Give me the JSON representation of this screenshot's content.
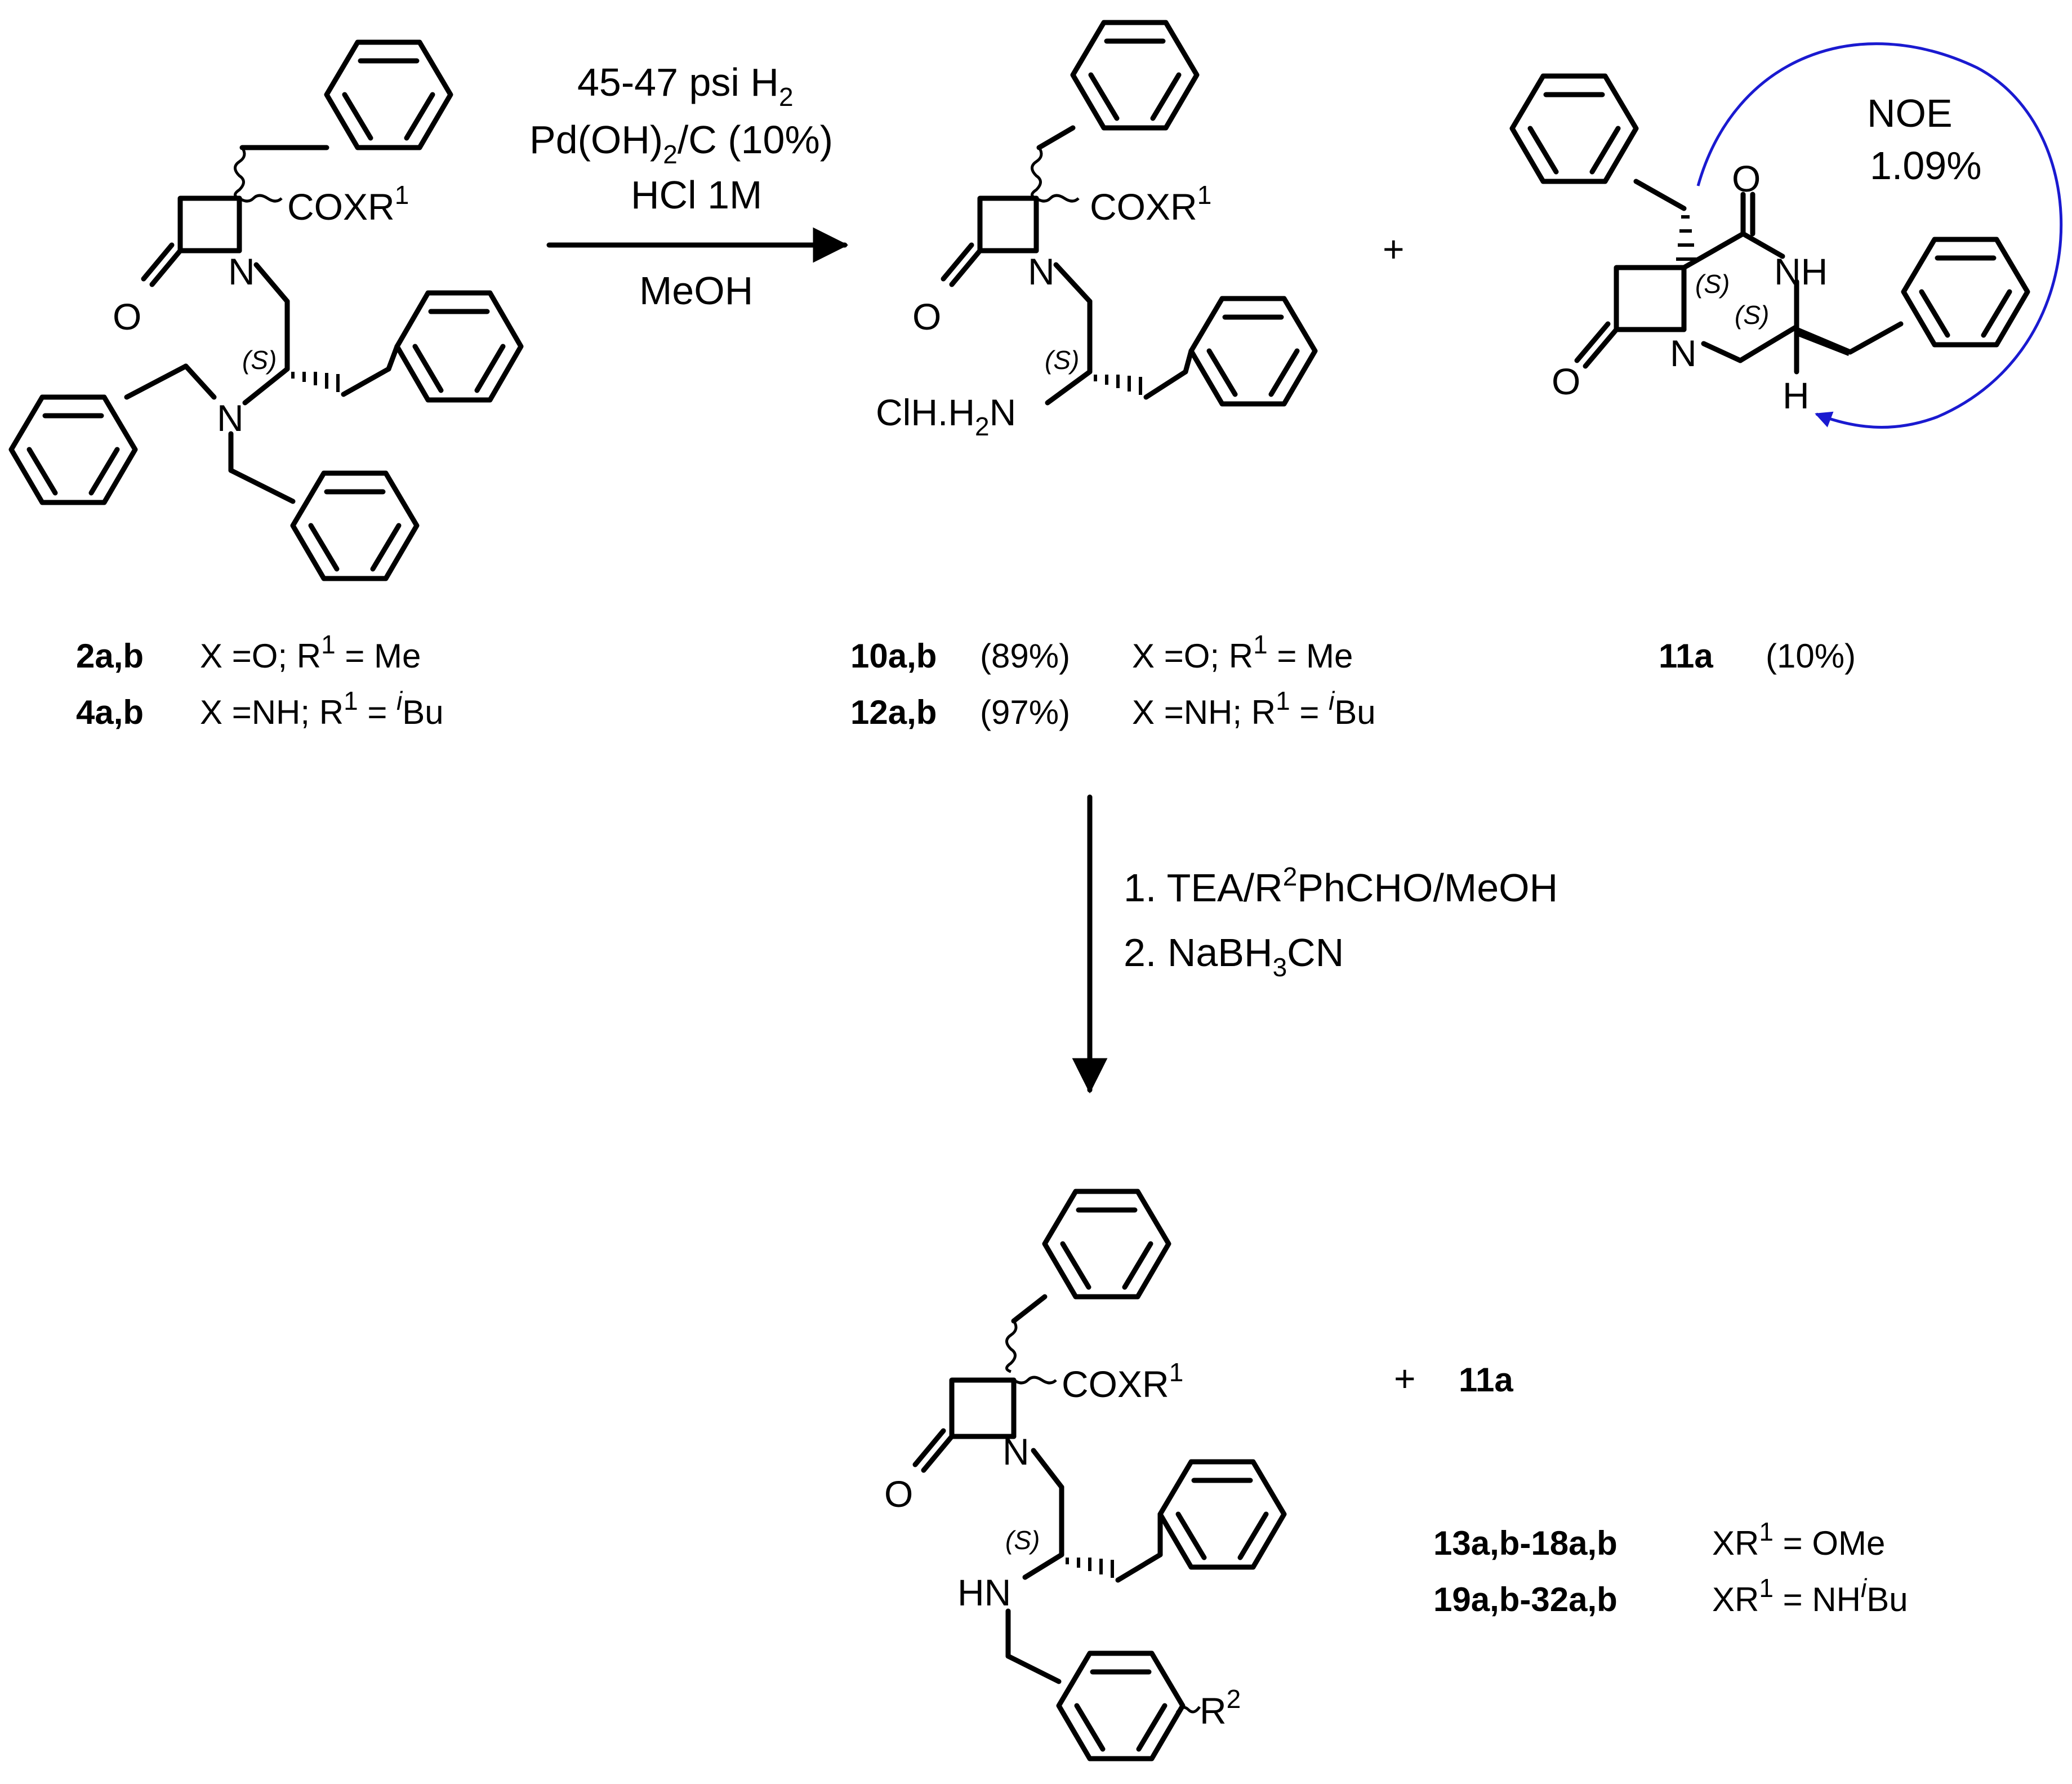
{
  "conditions_step1": {
    "line1_main": "45-47 psi H",
    "line1_sub": "2",
    "line2_a": "Pd(OH)",
    "line2_sub": "2",
    "line2_b": "/C (10%)",
    "line3": "HCl 1M",
    "below": "MeOH"
  },
  "conditions_step2": {
    "line1_a": "1. TEA/R",
    "line1_sup": "2",
    "line1_b": "PhCHO/MeOH",
    "line2_a": "2. NaBH",
    "line2_sub": "3",
    "line2_b": "CN"
  },
  "atoms": {
    "O": "O",
    "N": "N",
    "NH": "NH",
    "HN": "HN",
    "H": "H",
    "COXR": "COXR",
    "one": "1",
    "two": "2",
    "R": "R",
    "stereo_S": "(S)",
    "salt_a": "ClH.H",
    "salt_sub": "2",
    "salt_b": "N"
  },
  "plus": "+",
  "noe": {
    "line1": "NOE",
    "line2": "1.09%"
  },
  "compounds_start": {
    "row1": {
      "id": "2a,b",
      "a": "X =O;  R",
      "sup": "1",
      "b": " = Me"
    },
    "row2": {
      "id": "4a,b",
      "a": "X =NH; R",
      "sup1": "1",
      "b": " = ",
      "sup2": "i",
      "c": "Bu"
    }
  },
  "compounds_mid": {
    "row1": {
      "id": "10a,b",
      "yield": "(89%)",
      "a": "X =O;  R",
      "sup": "1",
      "b": " = Me"
    },
    "row2": {
      "id": "12a,b",
      "yield": "(97%)",
      "a": "X =NH; R",
      "sup1": "1",
      "b": " = ",
      "sup2": "i",
      "c": "Bu"
    }
  },
  "compound_side": {
    "id": "11a",
    "yield": "(10%)"
  },
  "compounds_final": {
    "extra_id": "11a",
    "row1": {
      "id": "13a,b-18a,b",
      "a": "XR",
      "sup": "1",
      "b": " = OMe"
    },
    "row2": {
      "id": "19a,b-32a,b",
      "a": "XR",
      "sup1": "1",
      "b": " = NH",
      "sup2": "i",
      "c": "Bu"
    }
  },
  "colors": {
    "noe_arrow": "#1a1ad0",
    "ink": "#000000"
  }
}
